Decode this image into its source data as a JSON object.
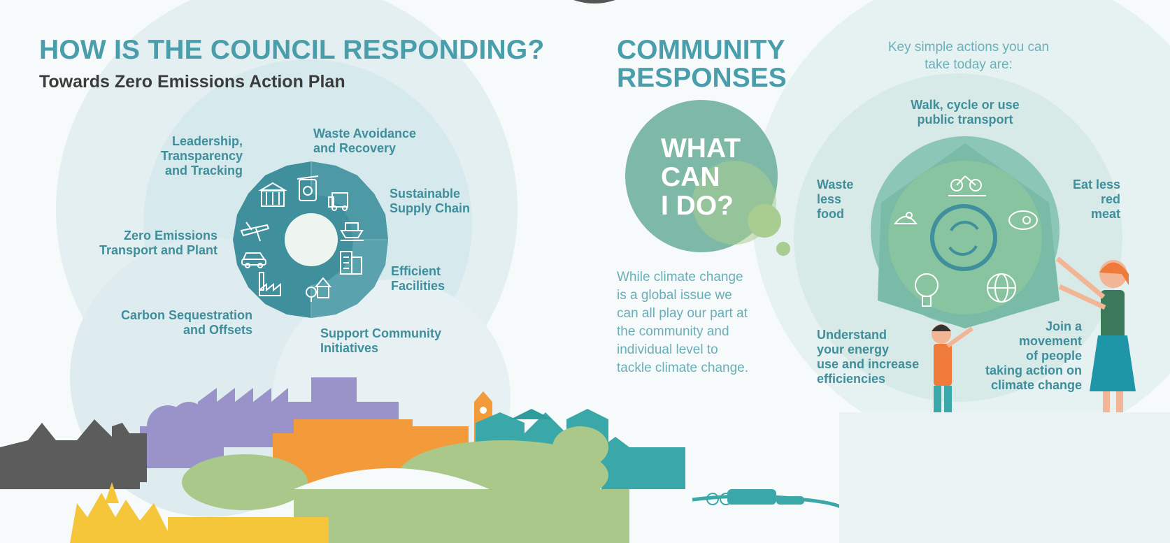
{
  "left": {
    "title": "HOW IS THE COUNCIL RESPONDING?",
    "subtitle": "Towards Zero Emissions Action Plan",
    "wheel_labels": {
      "leadership": [
        "Leadership,",
        "Transparency",
        "and Tracking"
      ],
      "waste": [
        "Waste Avoidance",
        "and Recovery"
      ],
      "supply": [
        "Sustainable",
        "Supply Chain"
      ],
      "transport": [
        "Zero Emissions",
        "Transport and Plant"
      ],
      "facilities": [
        "Efficient",
        "Facilities"
      ],
      "carbon": [
        "Carbon Sequestration",
        "and Offsets"
      ],
      "community": [
        "Support Community",
        "Initiatives"
      ]
    },
    "wheel_icons": [
      "government-building-icon",
      "recycle-bin-icon",
      "truck-icon",
      "ship-icon",
      "office-building-icon",
      "tree-house-icon",
      "factory-icon",
      "electric-car-icon",
      "airplane-icon"
    ]
  },
  "right": {
    "title": [
      "COMMUNITY",
      "RESPONSES"
    ],
    "bubble": [
      "WHAT",
      "CAN",
      "I DO?"
    ],
    "body": [
      "While climate change",
      "is a global issue we",
      "can all play our part at",
      "the community and",
      "individual level to",
      "tackle climate change."
    ],
    "intro": [
      "Key simple actions you can",
      "take today are:"
    ],
    "actions": {
      "walk": [
        "Walk, cycle or use",
        "public transport"
      ],
      "waste_food": [
        "Waste",
        "less",
        "food"
      ],
      "meat": [
        "Eat less",
        "red",
        "meat"
      ],
      "energy": [
        "Understand",
        "your energy",
        "use and increase",
        "efficiencies"
      ],
      "movement": [
        "Join a",
        "movement",
        "of people",
        "taking action on",
        "climate change"
      ]
    }
  },
  "colors": {
    "teal_heading": "#4a9eab",
    "teal_wheel": "#3f8f9c",
    "dark_text": "#3c3c3c",
    "purple": "#9a93c9",
    "orange": "#f39a3a",
    "green": "#a9c889",
    "yellow": "#f5c53a",
    "grey": "#5c5c5c"
  }
}
